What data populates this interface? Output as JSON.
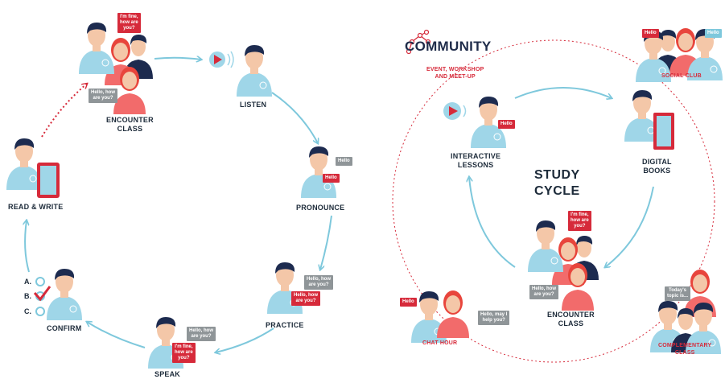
{
  "left_cycle": {
    "encounter_class": "ENCOUNTER\nCLASS",
    "listen": "LISTEN",
    "pronounce": "PRONOUNCE",
    "practice": "PRACTICE",
    "speak": "SPEAK",
    "confirm": "CONFIRM",
    "read_write": "READ & WRITE",
    "options": [
      "A.",
      "B.",
      "C."
    ]
  },
  "right_cycle": {
    "title": "STUDY\nCYCLE",
    "community": "COMMUNITY",
    "community_sub": "EVENT, WORKSHOP\nAND MEET-UP",
    "social_club": "SOCIAL CLUB",
    "interactive_lessons": "INTERACTIVE\nLESSONS",
    "digital_books": "DIGITAL\nBOOKS",
    "encounter_class": "ENCOUNTER\nCLASS",
    "chat_hour": "CHAT HOUR",
    "complementary_class": "COMPLEMENTARY\nCLASS"
  },
  "bubbles": {
    "im_fine": "I'm fine,\nhow are\nyou?",
    "hello_how": "Hello, how\nare you?",
    "hello": "Hello",
    "hello_may": "Hello, may I\nhelp you?",
    "todays_topic": "Today's\ntopic is..."
  },
  "colors": {
    "arrow": "#7ec8dc",
    "accent_red": "#d62a3a",
    "hair": "#1d2b4f",
    "skin": "#f4c7a8",
    "shirt": "#9fd6e8",
    "dark_text": "#1d2b3a"
  }
}
